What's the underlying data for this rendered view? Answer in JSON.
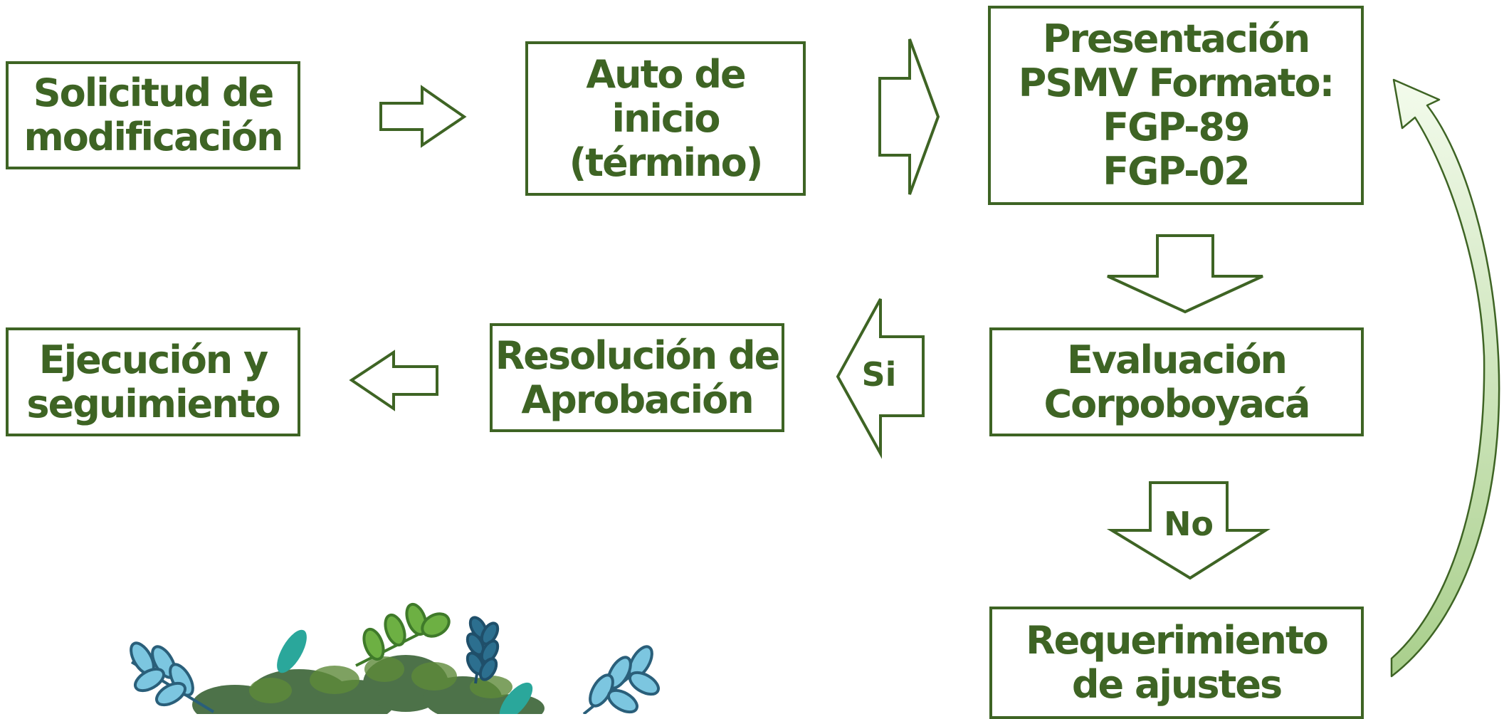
{
  "steps": {
    "solicitud": [
      "Solicitud de",
      "modificación"
    ],
    "auto": [
      "Auto de",
      "inicio",
      "(término)"
    ],
    "presentacion": [
      "Presentación",
      "PSMV Formato:",
      "FGP-89",
      "FGP-02"
    ],
    "evaluacion": [
      "Evaluación",
      "Corpoboyacá"
    ],
    "resolucion": [
      "Resolución de",
      "Aprobación"
    ],
    "ejecucion": [
      "Ejecución y",
      "seguimiento"
    ],
    "requerimiento": [
      "Requerimiento",
      "de ajustes"
    ]
  },
  "decisions": {
    "yes": "Si",
    "no": "No"
  },
  "colors": {
    "primary": "#3e6424",
    "loop_arrow_fill": "#d9f2c9",
    "plant_dark": "#2f5a2a",
    "leaf_blue": "#7cc6e0",
    "leaf_teal": "#2aa79b",
    "leaf_green": "#6db043"
  },
  "decoration": {
    "icon": "plant-illustration"
  }
}
